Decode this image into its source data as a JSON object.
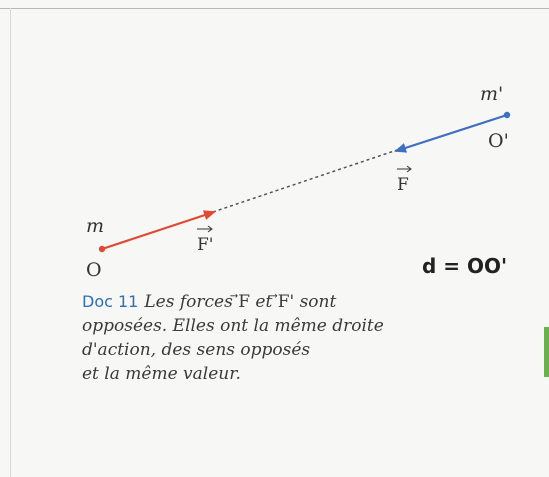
{
  "diagram": {
    "points": {
      "O": {
        "label": "O",
        "mass": "m"
      },
      "O_prime": {
        "label": "O'",
        "mass": "m'"
      }
    },
    "forces": {
      "F": {
        "label": "F",
        "color": "#3f6fc2"
      },
      "F_prime": {
        "label": "F'",
        "color": "#e04a35"
      }
    },
    "equation": "d = OO'",
    "line_color": "#555555"
  },
  "caption": {
    "doc_label": "Doc 11",
    "parts": {
      "p1": "Les forces ",
      "f1": "F",
      "p2": " et ",
      "f2": "F'",
      "p3": " sont"
    },
    "line2": "opposées. Elles ont la même droite",
    "line3": "d'action, des sens opposés",
    "line4": "et la même valeur."
  }
}
